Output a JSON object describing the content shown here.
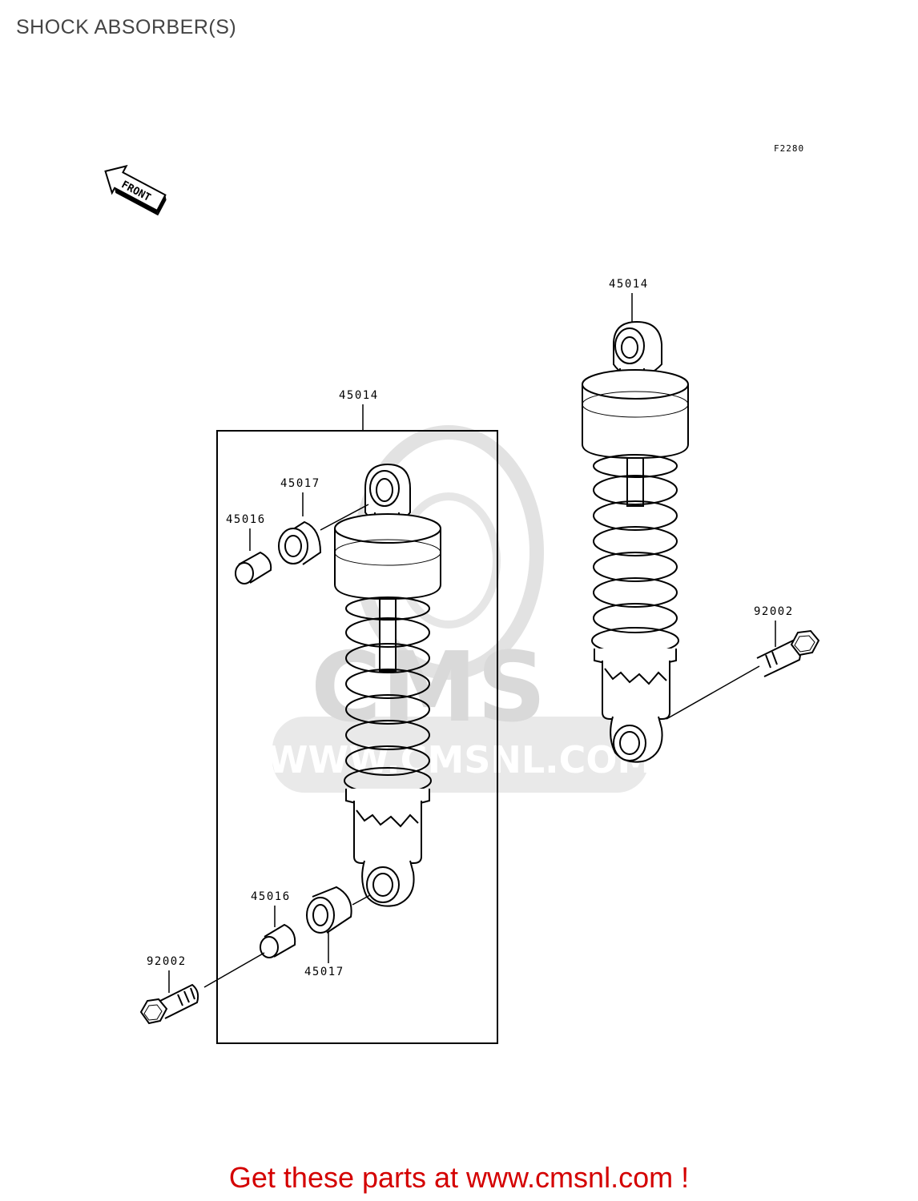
{
  "page": {
    "title": "SHOCK ABSORBER(S)",
    "figure_code": "F2280",
    "front_arrow_label": "FRONT",
    "promo": "Get these parts at www.cmsnl.com !"
  },
  "watermark": {
    "brand": "CMS",
    "url": "WWW.CMSNL.COM"
  },
  "callouts": {
    "shock_left": "45014",
    "shock_right": "45014",
    "collar_upper_left": "45017",
    "bush_upper_left": "45016",
    "bush_lower": "45016",
    "collar_lower": "45017",
    "bolt_lower_left": "92002",
    "bolt_right": "92002"
  },
  "colors": {
    "line": "#000000",
    "watermark": "#d9d9d9",
    "promo": "#d40000"
  }
}
